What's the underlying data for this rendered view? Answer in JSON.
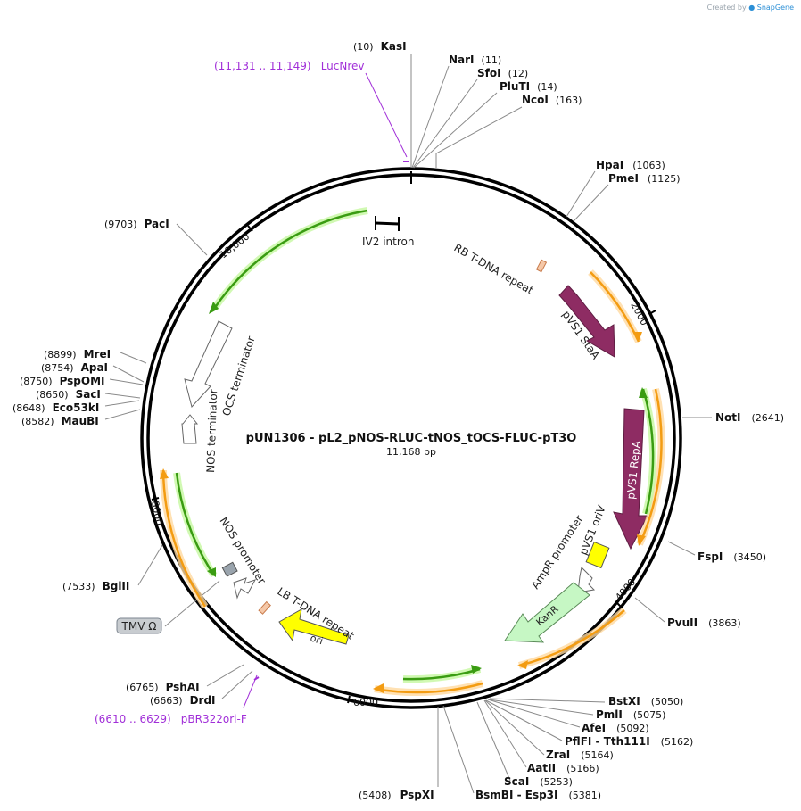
{
  "credit": {
    "prefix": "Created by",
    "brand": "SnapGene"
  },
  "plasmid": {
    "name": "pUN1306 - pL2_pNOS-RLUC-tNOS_tOCS-FLUC-pT3O",
    "length_label": "11,168 bp"
  },
  "ticks": [
    "2000",
    "4000",
    "6000",
    "8000",
    "10,000"
  ],
  "enzymes": [
    {
      "name": "KasI",
      "pos": "(10)"
    },
    {
      "name": "NarI",
      "pos": "(11)"
    },
    {
      "name": "SfoI",
      "pos": "(12)"
    },
    {
      "name": "PluTI",
      "pos": "(14)"
    },
    {
      "name": "NcoI",
      "pos": "(163)"
    },
    {
      "name": "HpaI",
      "pos": "(1063)"
    },
    {
      "name": "PmeI",
      "pos": "(1125)"
    },
    {
      "name": "NotI",
      "pos": "(2641)"
    },
    {
      "name": "FspI",
      "pos": "(3450)"
    },
    {
      "name": "PvuII",
      "pos": "(3863)"
    },
    {
      "name": "BstXI",
      "pos": "(5050)"
    },
    {
      "name": "PmlI",
      "pos": "(5075)"
    },
    {
      "name": "AfeI",
      "pos": "(5092)"
    },
    {
      "name": "PflFI - Tth111I",
      "pos": "(5162)"
    },
    {
      "name": "ZraI",
      "pos": "(5164)"
    },
    {
      "name": "AatII",
      "pos": "(5166)"
    },
    {
      "name": "ScaI",
      "pos": "(5253)"
    },
    {
      "name": "BsmBI - Esp3I",
      "pos": "(5381)"
    },
    {
      "name": "PspXI",
      "pos": "(5408)"
    },
    {
      "name": "DrdI",
      "pos": "(6663)"
    },
    {
      "name": "PshAI",
      "pos": "(6765)"
    },
    {
      "name": "BglII",
      "pos": "(7533)"
    },
    {
      "name": "MauBI",
      "pos": "(8582)"
    },
    {
      "name": "Eco53kI",
      "pos": "(8648)"
    },
    {
      "name": "SacI",
      "pos": "(8650)"
    },
    {
      "name": "PspOMI",
      "pos": "(8750)"
    },
    {
      "name": "ApaI",
      "pos": "(8754)"
    },
    {
      "name": "MreI",
      "pos": "(8899)"
    },
    {
      "name": "PacI",
      "pos": "(9703)"
    }
  ],
  "primers": [
    {
      "name": "LucNrev",
      "range": "(11,131 .. 11,149)"
    },
    {
      "name": "pBR322ori-F",
      "range": "(6610 .. 6629)"
    }
  ],
  "features": {
    "iv2_intron": "IV2 intron",
    "rb_repeat": "RB T-DNA repeat",
    "stab": "pVS1 StaA",
    "repa": "pVS1 RepA",
    "oriv": "pVS1 oriV",
    "ampr_promoter": "AmpR promoter",
    "kanr": "KanR",
    "ori": "ori",
    "lb_repeat": "LB T-DNA repeat",
    "nos_promoter": "NOS promoter",
    "tmv": "TMV Ω",
    "nos_terminator": "NOS terminator",
    "ocs_terminator": "OCS terminator"
  },
  "colors": {
    "primer": "#a12fd8",
    "pvs1": "#8e2c63",
    "ori": "#ffff00",
    "kanr": "#c6f7c4",
    "orange_orf": "#f39c12",
    "green_orf": "#3a9c12",
    "rb_lb": "#f5c8a8"
  }
}
